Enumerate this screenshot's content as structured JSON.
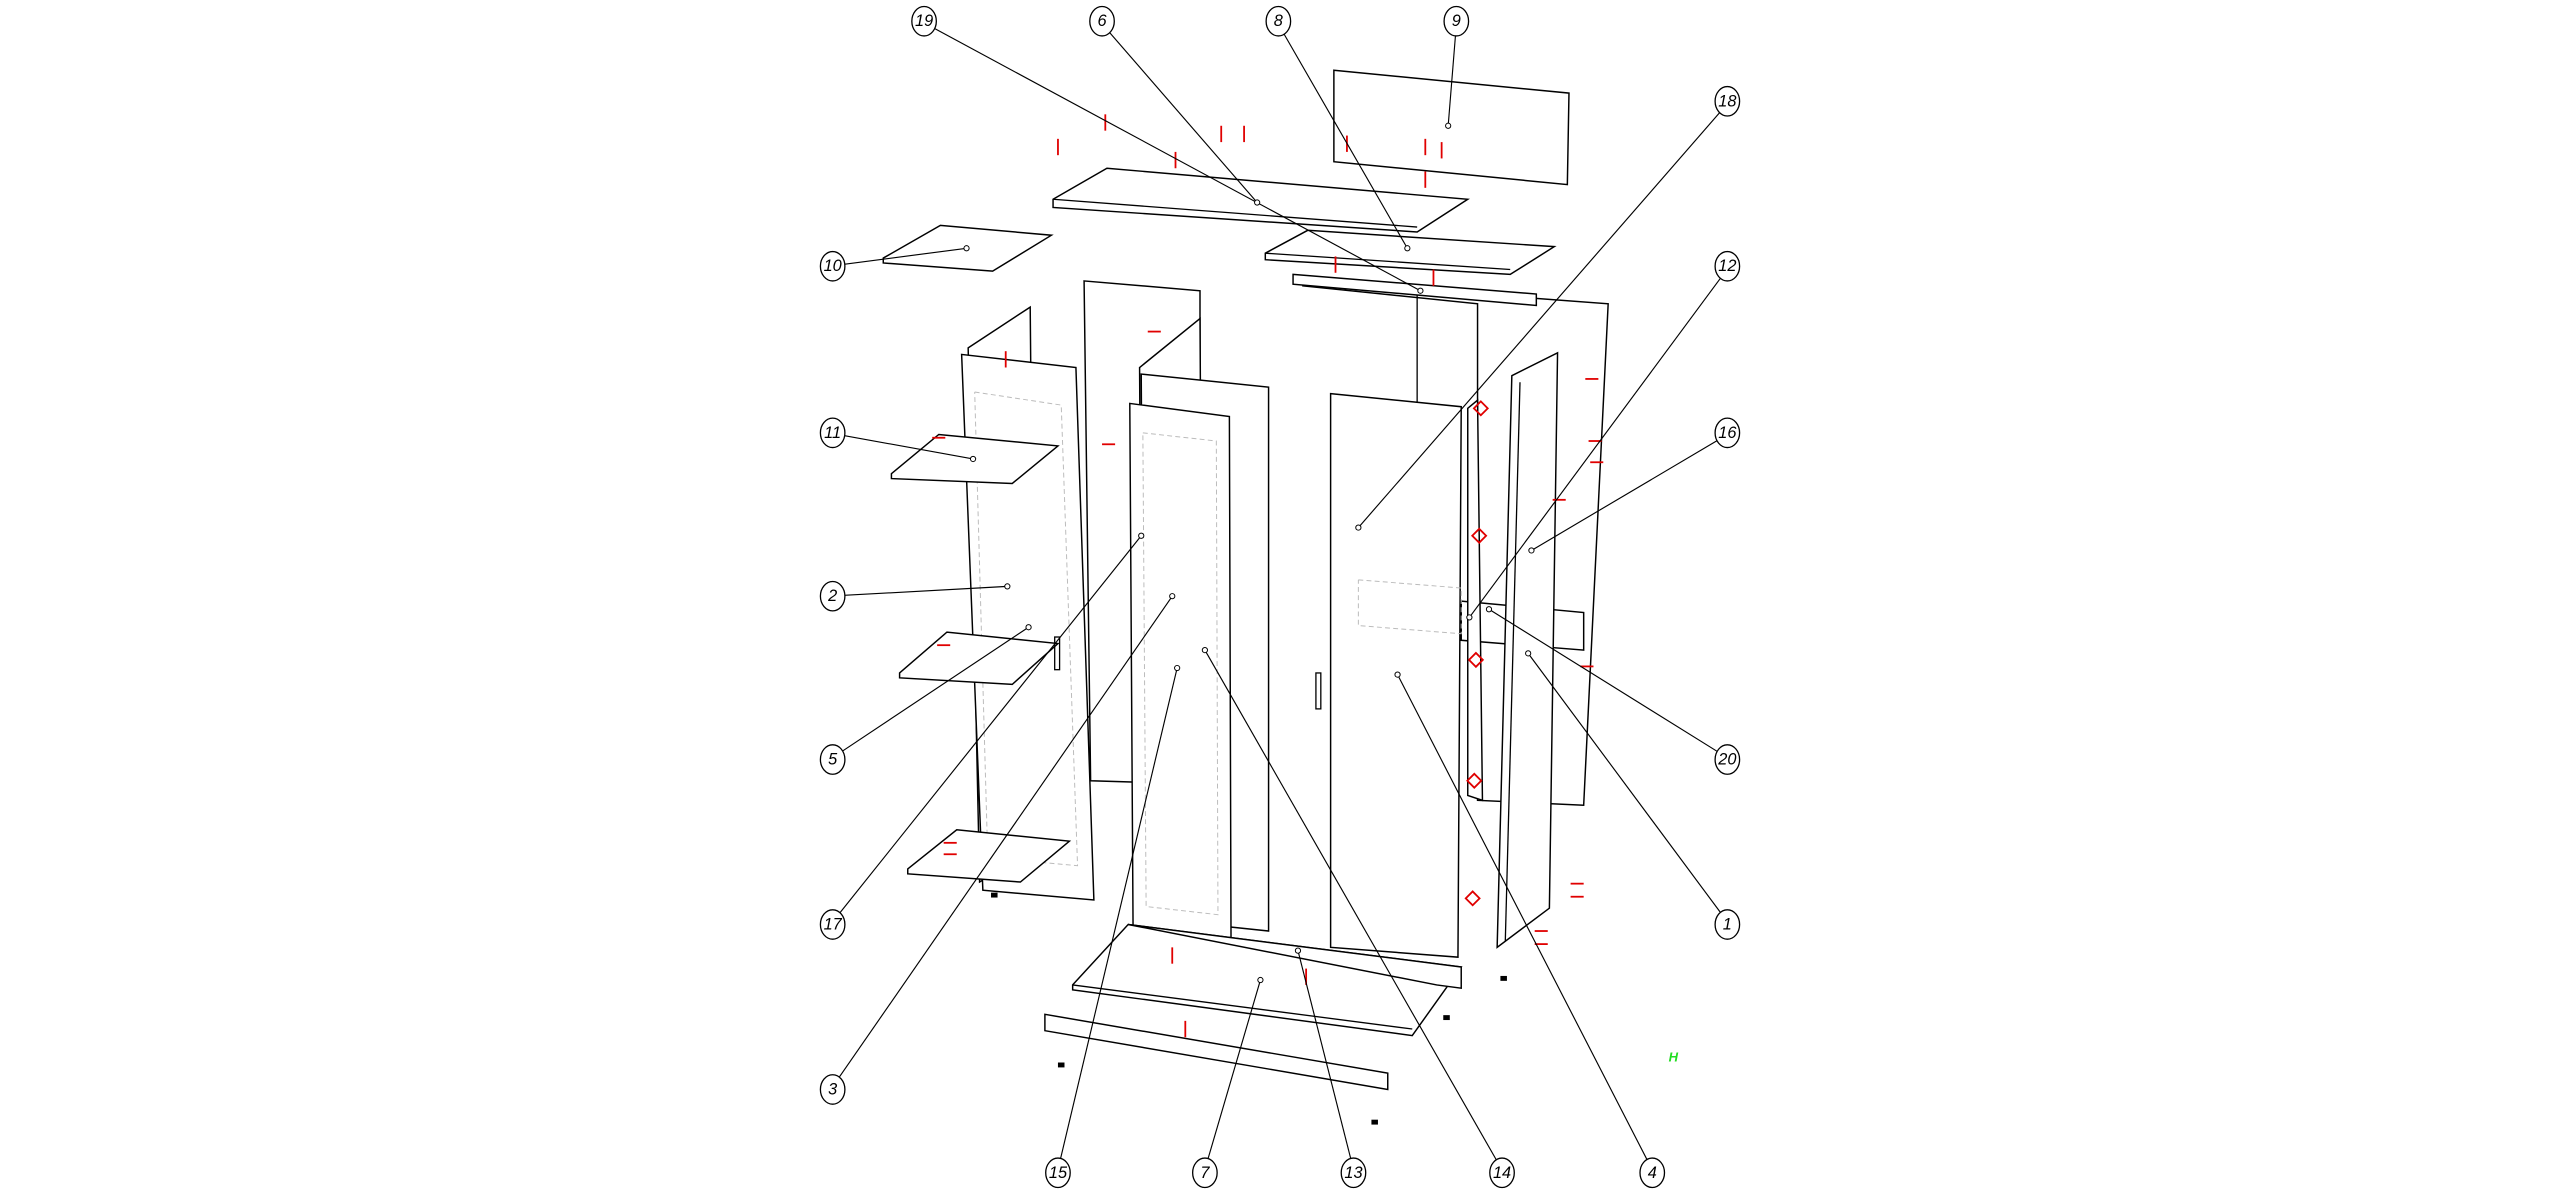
{
  "diagram": {
    "type": "exploded-assembly",
    "callouts": [
      "19",
      "6",
      "8",
      "9",
      "18",
      "10",
      "12",
      "11",
      "16",
      "2",
      "5",
      "20",
      "17",
      "1",
      "3",
      "15",
      "7",
      "13",
      "14",
      "4"
    ],
    "marker_text": "H",
    "colors": {
      "line": "#000000",
      "fastener": "#e00000",
      "hidden": "#bbbbbb",
      "marker": "#22dd22"
    }
  }
}
